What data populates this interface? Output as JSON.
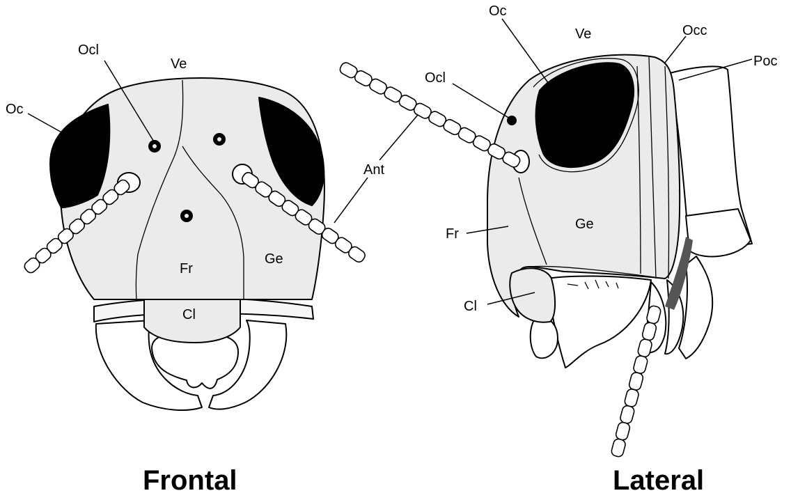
{
  "colors": {
    "head_fill": "#ebebeb",
    "eye_fill": "#000000",
    "postocciput_dark": "#555555",
    "line": "#000000",
    "background": "#ffffff"
  },
  "frontal": {
    "title": "Frontal",
    "labels": {
      "ve": "Ve",
      "ocl": "Ocl",
      "oc": "Oc",
      "fr": "Fr",
      "ge": "Ge",
      "cl": "Cl"
    }
  },
  "shared": {
    "ant": "Ant"
  },
  "lateral": {
    "title": "Lateral",
    "labels": {
      "oc": "Oc",
      "ve": "Ve",
      "occ": "Occ",
      "poc": "Poc",
      "ocl": "Ocl",
      "fr": "Fr",
      "ge": "Ge",
      "cl": "Cl"
    }
  }
}
